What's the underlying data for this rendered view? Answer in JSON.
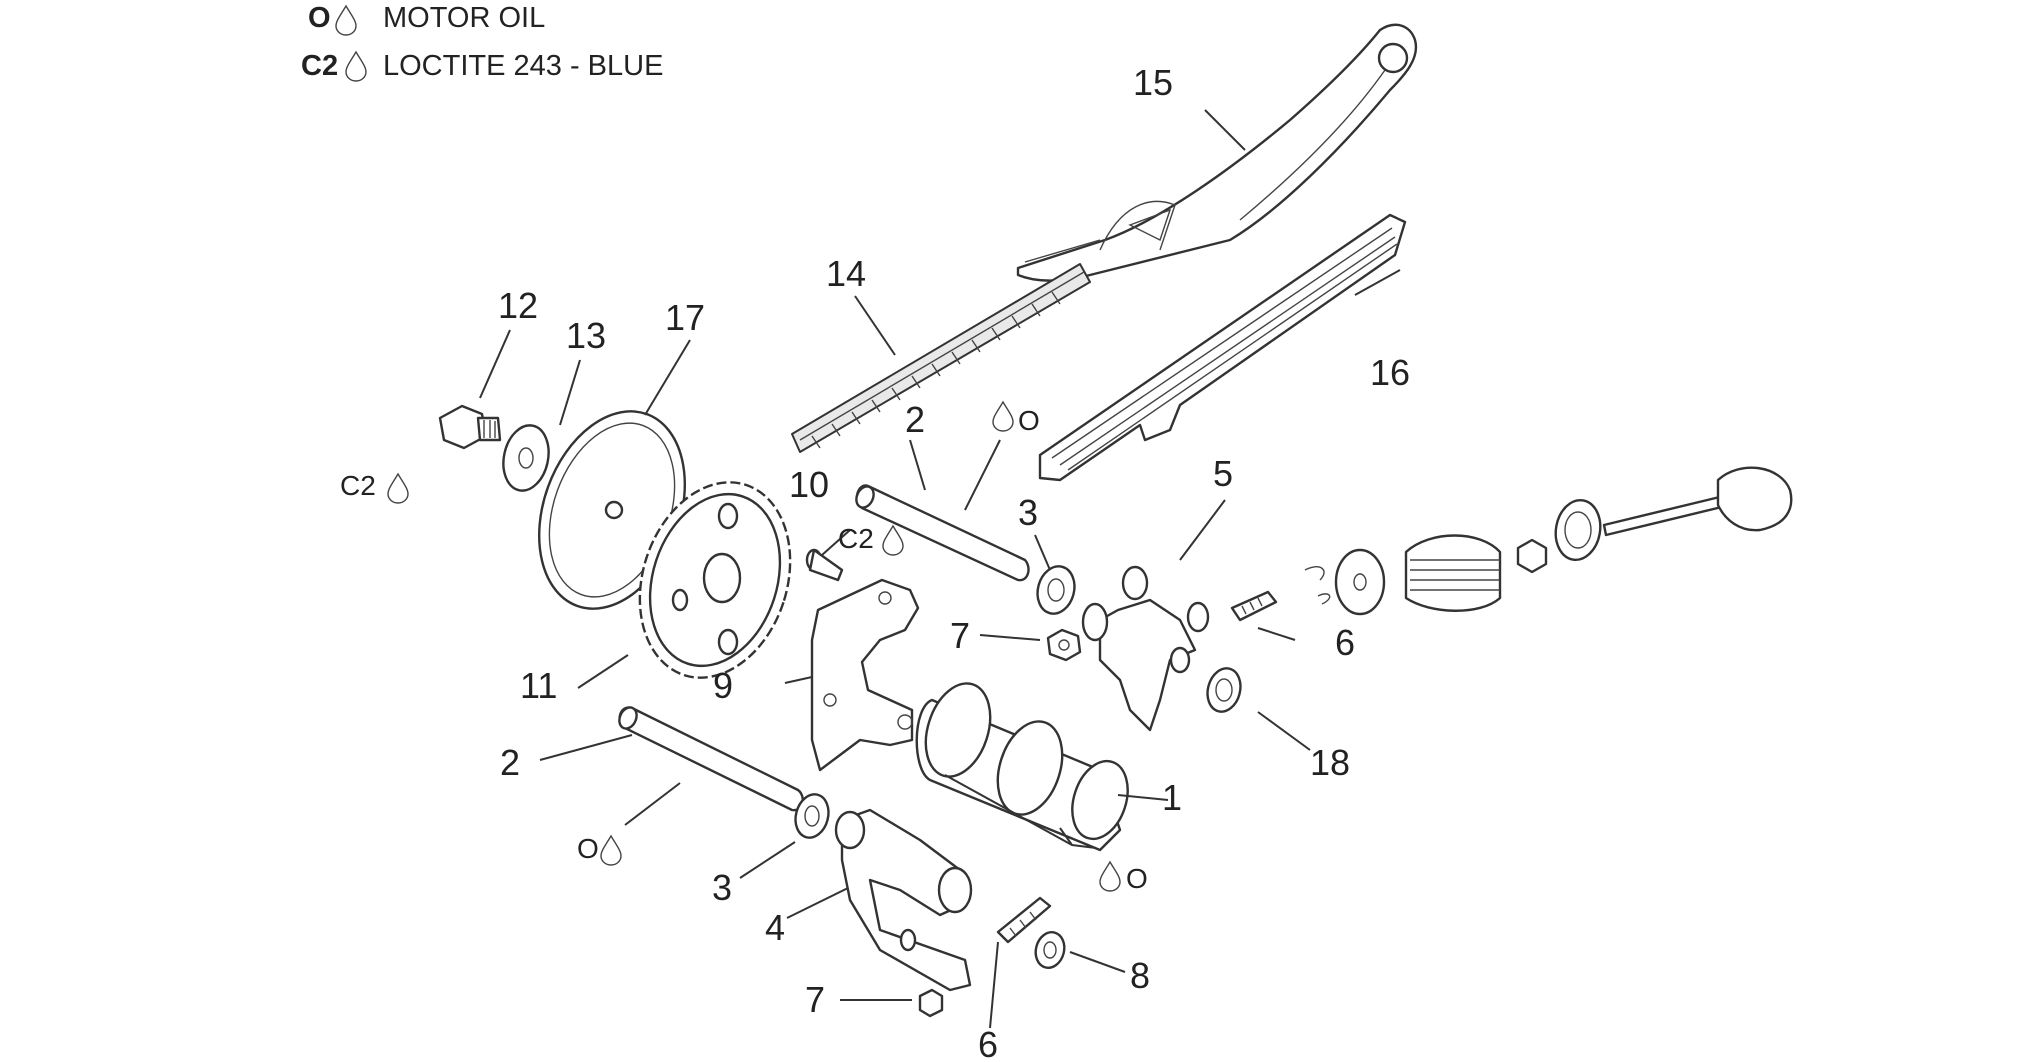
{
  "legend": {
    "items": [
      {
        "code": "O",
        "icon": "oil-drop-icon",
        "label": "MOTOR OIL"
      },
      {
        "code": "C2",
        "icon": "oil-drop-icon",
        "label": "LOCTITE 243 - BLUE"
      }
    ]
  },
  "callouts": {
    "c1": "1",
    "c2a": "2",
    "c2b": "2",
    "c3a": "3",
    "c3b": "3",
    "c4": "4",
    "c5": "5",
    "c6a": "6",
    "c6b": "6",
    "c7a": "7",
    "c7b": "7",
    "c8": "8",
    "c9": "9",
    "c10": "10",
    "c11": "11",
    "c12": "12",
    "c13": "13",
    "c14": "14",
    "c15": "15",
    "c16": "16",
    "c17": "17",
    "c18": "18"
  },
  "symbols": {
    "oil_code": "O",
    "loctite_code": "C2"
  },
  "colors": {
    "line": "#333333",
    "background": "#ffffff"
  }
}
